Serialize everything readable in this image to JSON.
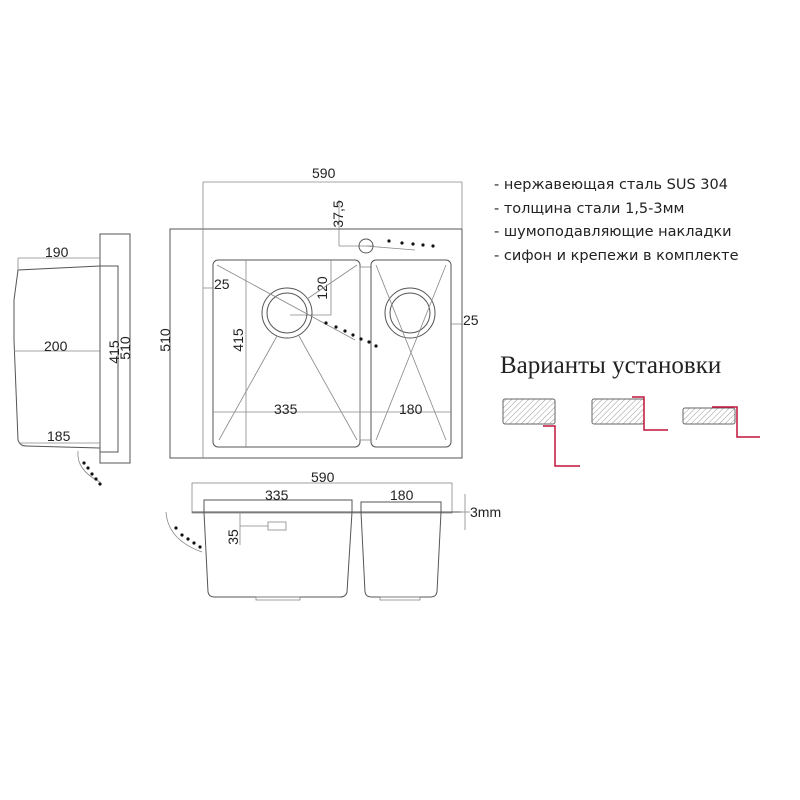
{
  "features": [
    "- нержавеющая сталь SUS 304",
    "- толщина стали 1,5-3мм",
    "- шумоподавляющие накладки",
    "- сифон и крепежи в комплекте"
  ],
  "install_heading": "Варианты установки",
  "install_variants": [
    "undermount",
    "flush-mount",
    "top-mount"
  ],
  "accent_color": "#c0143c",
  "top_view": {
    "width": "590",
    "depth": "510",
    "tap_offset": "37,5",
    "edge_left": "25",
    "edge_right": "25",
    "drain_offset": "120",
    "bowl_depth": "415",
    "left_bowl": "335",
    "right_bowl": "180"
  },
  "side_view": {
    "top": "190",
    "middle": "200",
    "bottom": "185",
    "inner": "415",
    "outer": "510"
  },
  "front_view": {
    "width": "590",
    "left_bowl": "335",
    "right_bowl": "180",
    "overflow": "35",
    "thickness": "3mm"
  }
}
